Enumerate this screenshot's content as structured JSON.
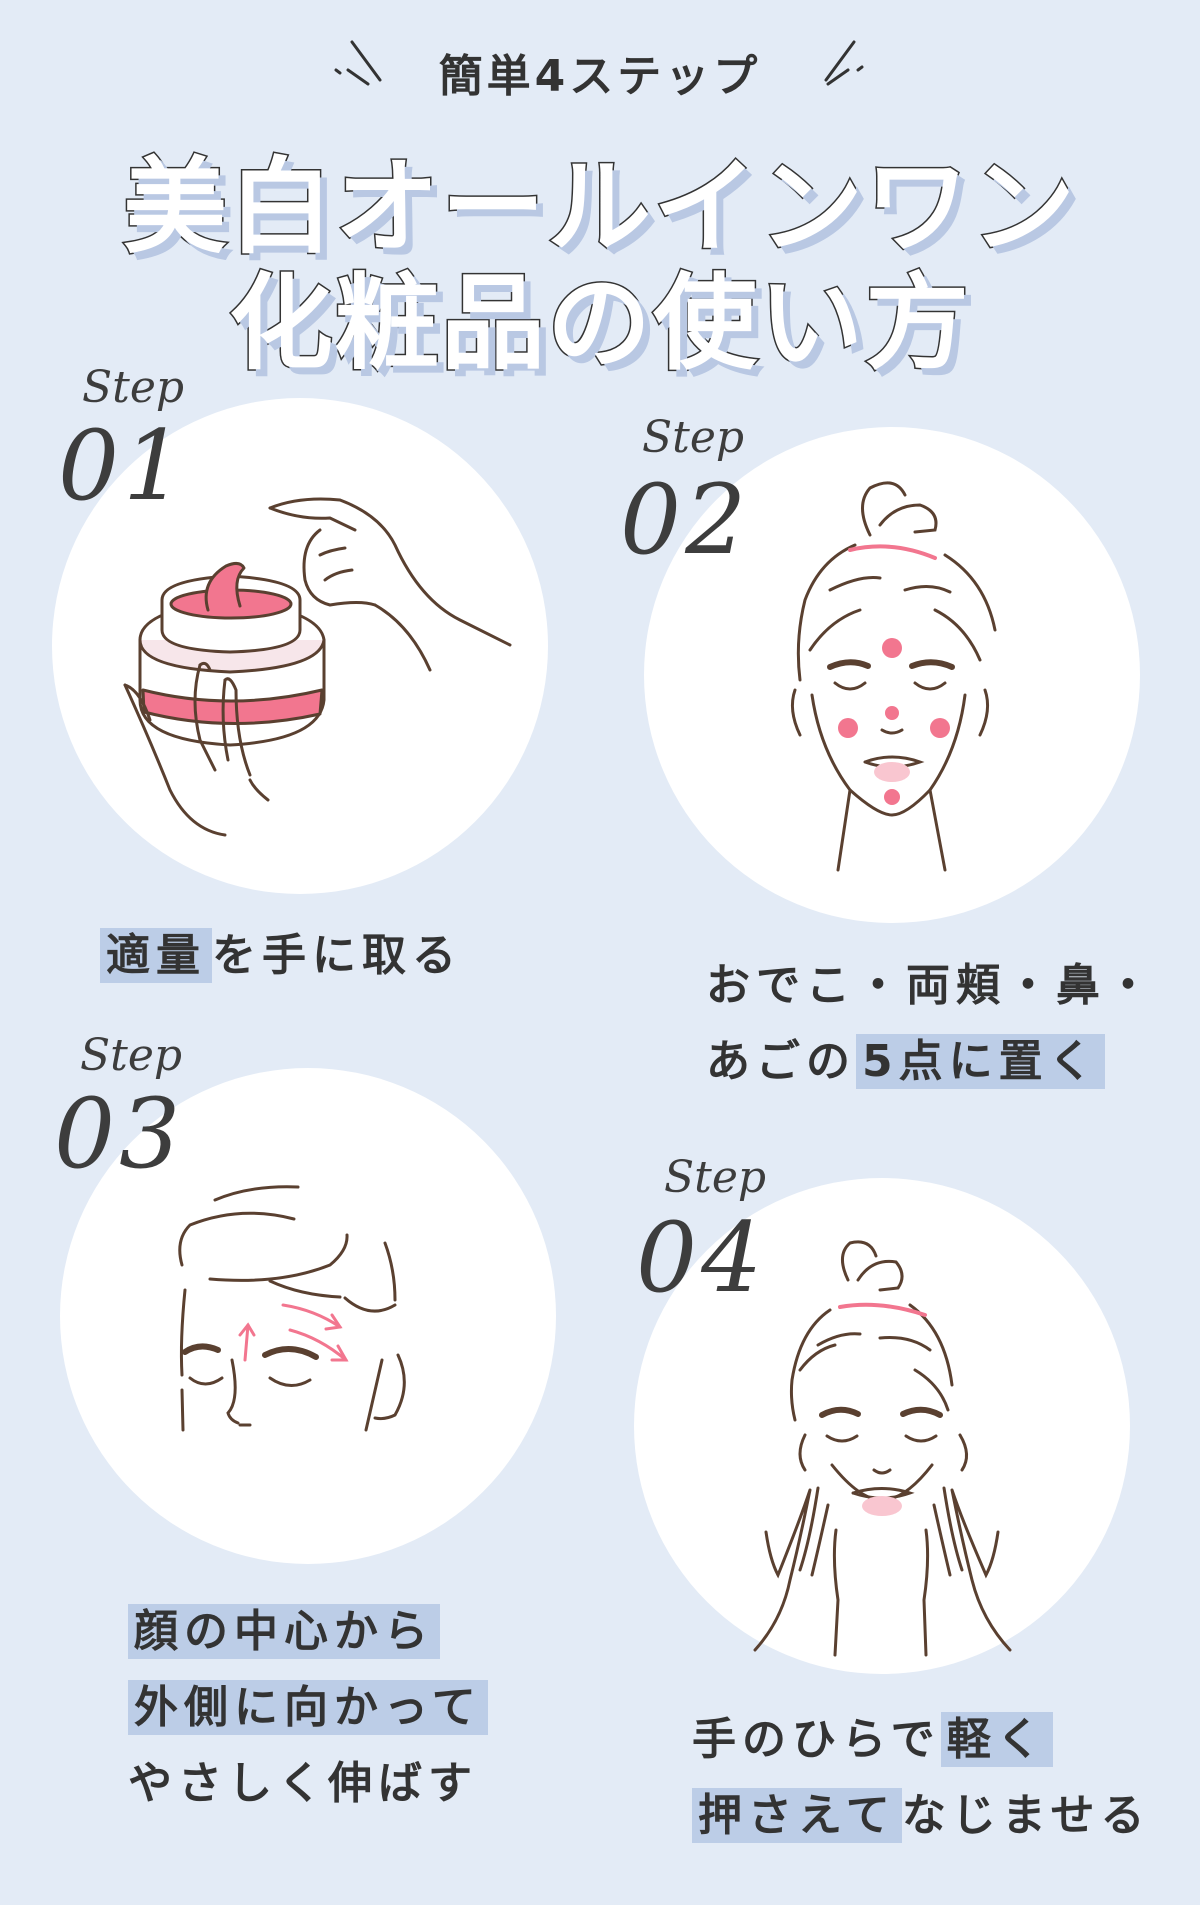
{
  "header": {
    "subtitle": "簡単4ステップ",
    "title_line1": "美白オールインワン",
    "title_line2": "化粧品の使い方"
  },
  "colors": {
    "background": "#e3ebf6",
    "highlight": "#bccde7",
    "accent_pink": "#f2768f",
    "line_brown": "#5a4030",
    "text": "#333333"
  },
  "steps": [
    {
      "label": "Step",
      "number": "01",
      "illustration": "hand-taking-cream-jar",
      "caption": [
        {
          "highlight": "適量",
          "rest": "を手に取る"
        }
      ]
    },
    {
      "label": "Step",
      "number": "02",
      "illustration": "face-with-five-dots",
      "caption": [
        {
          "plain": "おでこ・両頬・鼻・"
        },
        {
          "plain": "あごの",
          "highlight": "5点に置く"
        }
      ]
    },
    {
      "label": "Step",
      "number": "03",
      "illustration": "face-spread-outward-arrows",
      "caption": [
        {
          "highlight": "顔の中心から"
        },
        {
          "highlight": "外側に向かって"
        },
        {
          "plain": "やさしく伸ばす"
        }
      ]
    },
    {
      "label": "Step",
      "number": "04",
      "illustration": "hands-pressing-cheeks",
      "caption": [
        {
          "plain": "手のひらで",
          "highlight": "軽く"
        },
        {
          "highlight": "押さえて",
          "plain2": "なじませる"
        }
      ]
    }
  ]
}
